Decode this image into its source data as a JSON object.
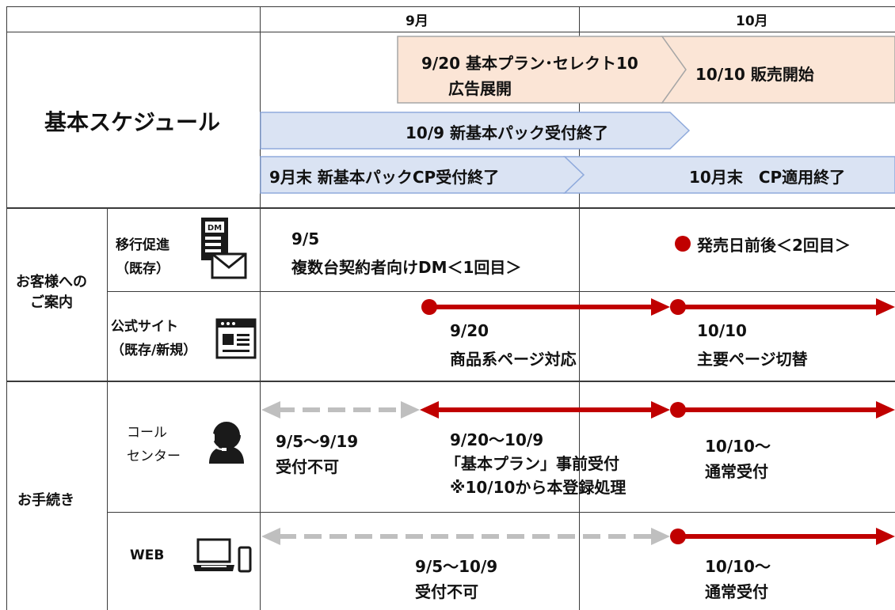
{
  "header": {
    "month1": "9月",
    "month2": "10月"
  },
  "schedule": {
    "label": "基本スケジュール",
    "bars": [
      {
        "line1": "9/20 基本プラン･セレクト10",
        "line2": "広告展開"
      },
      {
        "text": "10/10 販売開始"
      },
      {
        "text": "10/9 新基本パック受付終了"
      },
      {
        "text": "9月末 新基本パックCP受付終了"
      },
      {
        "text": "10月末　CP適用終了"
      }
    ]
  },
  "guidance": {
    "group": "お客様への\nご案内",
    "migration": {
      "label": "移行促進\n（既存）",
      "icon": "dm-mail-icon",
      "dm1_date": "9/5",
      "dm1_text": "複数台契約者向けDM＜1回目＞",
      "dm2_text": "発売日前後＜2回目＞"
    },
    "site": {
      "label": "公式サイト\n（既存/新規）",
      "icon": "browser-window-icon",
      "item1_date": "9/20",
      "item1_text": "商品系ページ対応",
      "item2_date": "10/10",
      "item2_text": "主要ページ切替"
    }
  },
  "procedures": {
    "group": "お手続き",
    "call": {
      "label": "コール\nセンター",
      "icon": "call-center-operator-icon",
      "gap_range": "9/5～9/19",
      "gap_text": "受付不可",
      "pre_range": "9/20～10/9",
      "pre_text": "「基本プラン」事前受付",
      "pre_note": "※10/10から本登録処理",
      "normal_range": "10/10～",
      "normal_text": "通常受付"
    },
    "web": {
      "label": "WEB",
      "icon": "laptop-phone-icon",
      "gap_range": "9/5～10/9",
      "gap_text": "受付不可",
      "normal_range": "10/10～",
      "normal_text": "通常受付"
    }
  },
  "colors": {
    "red": "#c00000",
    "gray_arrow": "#bfbfbf",
    "peach": "#fbe5d6",
    "light_blue": "#dae3f3",
    "border_blue": "#8faadc",
    "border_brown": "#a6a6a6"
  }
}
